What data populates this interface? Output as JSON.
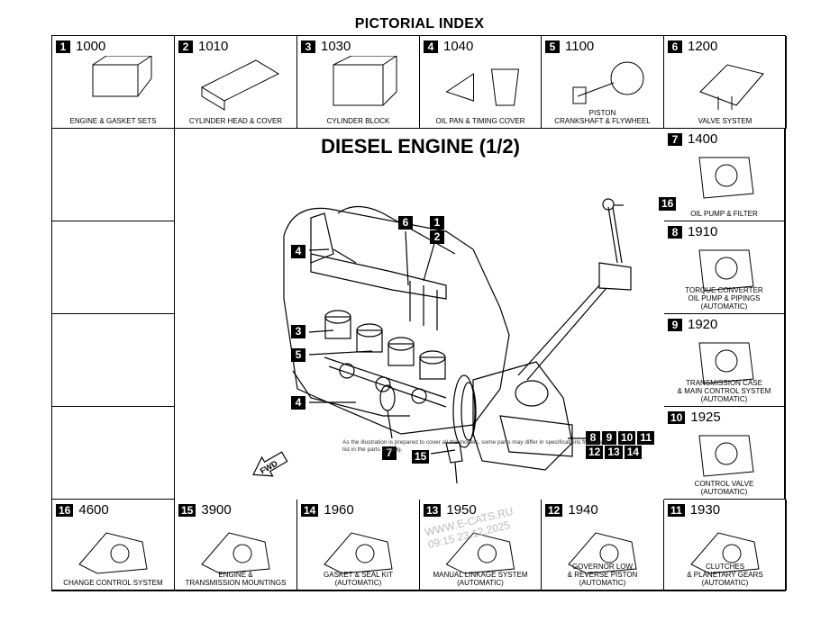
{
  "title": "PICTORIAL INDEX",
  "diagram_title": "DIESEL ENGINE (1/2)",
  "cells_top": [
    {
      "num": "1",
      "code": "1000",
      "label": "ENGINE & GASKET SETS"
    },
    {
      "num": "2",
      "code": "1010",
      "label": "CYLINDER HEAD & COVER"
    },
    {
      "num": "3",
      "code": "1030",
      "label": "CYLINDER BLOCK"
    },
    {
      "num": "4",
      "code": "1040",
      "label": "OIL PAN & TIMING COVER"
    },
    {
      "num": "5",
      "code": "1100",
      "label": "PISTON\nCRANKSHAFT & FLYWHEEL"
    },
    {
      "num": "6",
      "code": "1200",
      "label": "VALVE SYSTEM"
    }
  ],
  "cells_right": [
    {
      "num": "7",
      "code": "1400",
      "label": "OIL PUMP & FILTER"
    },
    {
      "num": "8",
      "code": "1910",
      "label": "TORQUE CONVERTER\nOIL PUMP & PIPINGS\n(AUTOMATIC)"
    },
    {
      "num": "9",
      "code": "1920",
      "label": "TRANSMISSION CASE\n& MAIN CONTROL SYSTEM\n(AUTOMATIC)"
    },
    {
      "num": "10",
      "code": "1925",
      "label": "CONTROL VALVE\n(AUTOMATIC)"
    }
  ],
  "cells_bottom": [
    {
      "num": "16",
      "code": "4600",
      "label": "CHANGE CONTROL SYSTEM"
    },
    {
      "num": "15",
      "code": "3900",
      "label": "ENGINE &\nTRANSMISSION MOUNTINGS"
    },
    {
      "num": "14",
      "code": "1960",
      "label": "GASKET & SEAL KIT\n(AUTOMATIC)"
    },
    {
      "num": "13",
      "code": "1950",
      "label": "MANUAL LINKAGE SYSTEM\n(AUTOMATIC)"
    },
    {
      "num": "12",
      "code": "1940",
      "label": "GOVERNOR LOW\n& REVERSE PISTON\n(AUTOMATIC)"
    },
    {
      "num": "11",
      "code": "1930",
      "label": "CLUTCHES\n& PLANETARY GEARS\n(AUTOMATIC)"
    }
  ],
  "callouts": {
    "c1": [
      "1"
    ],
    "c2": [
      "2"
    ],
    "c6": [
      "6"
    ],
    "c16": [
      "16"
    ],
    "c4a": [
      "4"
    ],
    "c3": [
      "3"
    ],
    "c5": [
      "5"
    ],
    "c4b": [
      "4"
    ],
    "c7": [
      "7"
    ],
    "c15": [
      "15"
    ],
    "c8_11": [
      "8",
      "9",
      "10",
      "11"
    ],
    "c12_14": [
      "12",
      "13",
      "14"
    ]
  },
  "fwd_label": "FWD",
  "note": "As the illustration is prepared to cover all the models, some parts may differ in specifications from parts list in the parts catalog.",
  "watermark": [
    "WWW.E-CATS.RU",
    "09:15 23.12.2025"
  ]
}
